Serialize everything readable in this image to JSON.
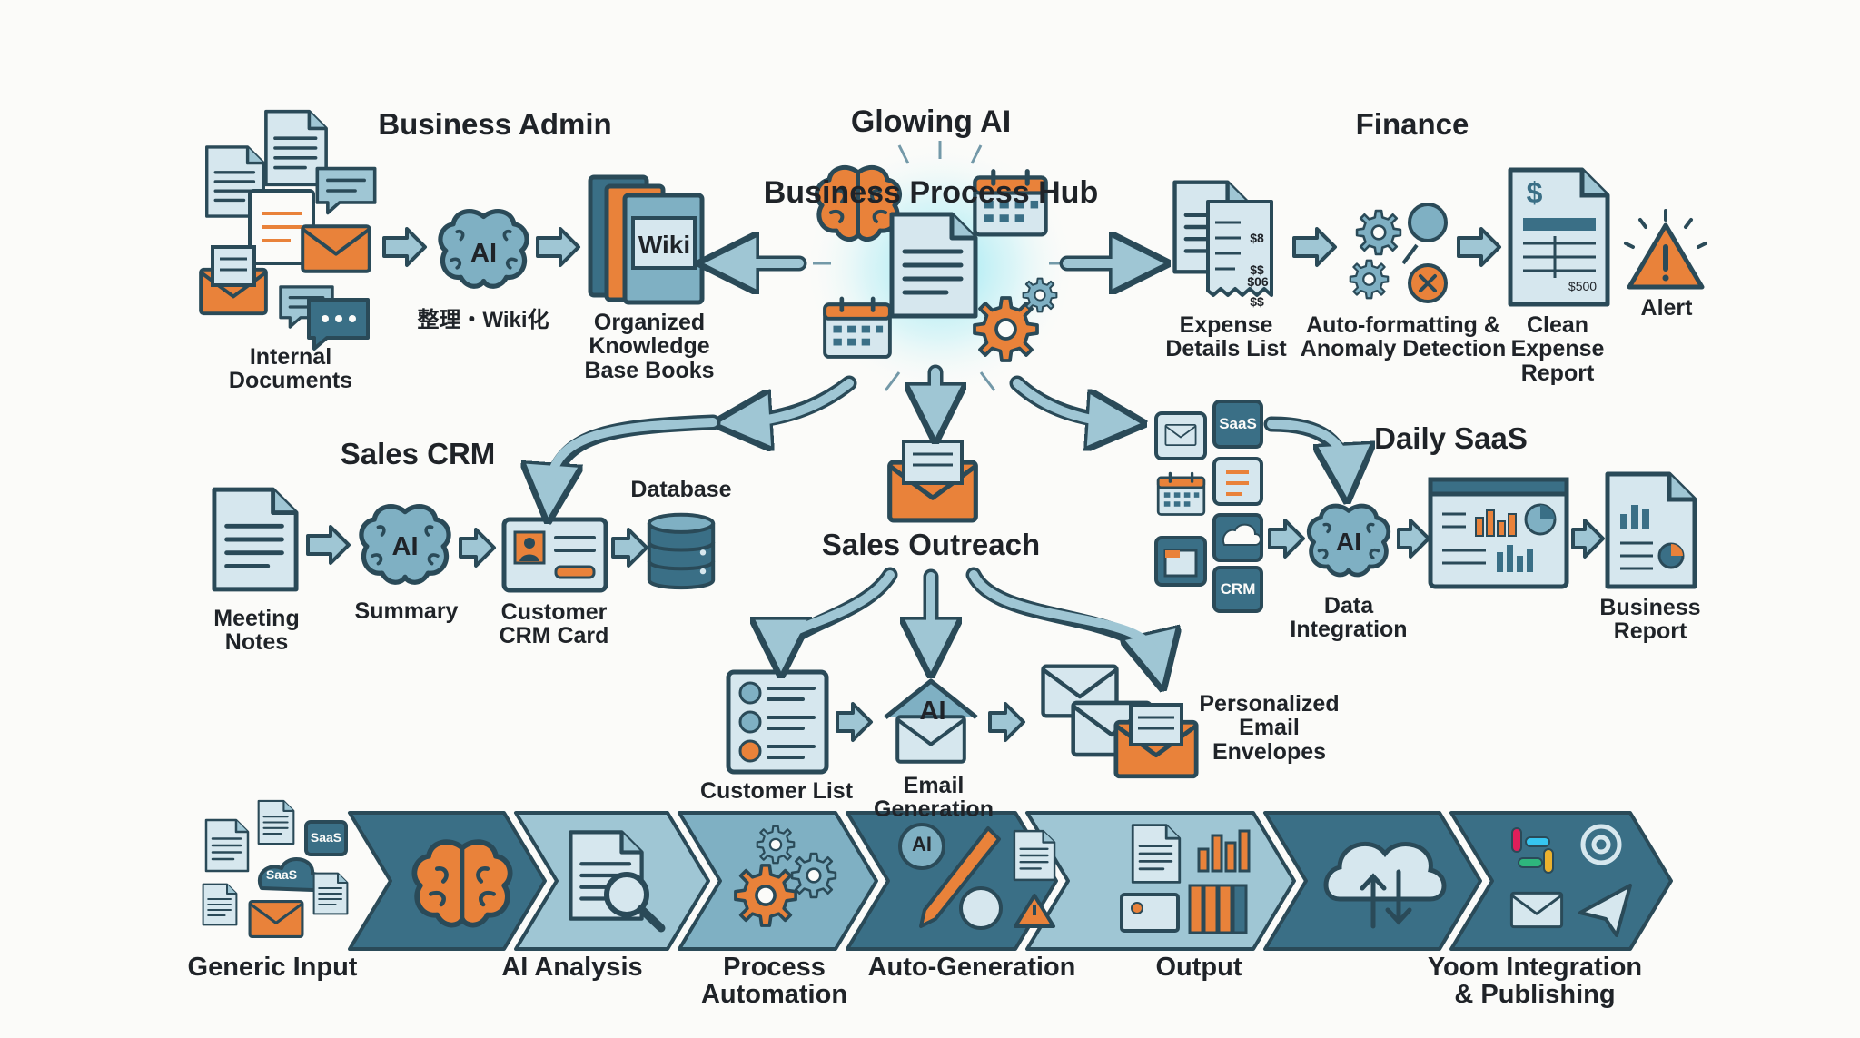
{
  "title": {
    "line1": "Glowing AI",
    "line2": "Business Process Hub"
  },
  "colors": {
    "dark": "#3a6f86",
    "mid": "#7fb0c3",
    "light": "#d6e7ee",
    "orange": "#e9823a",
    "outline": "#2a4a58",
    "glow": "#a9e8f2"
  },
  "sections": {
    "business_admin": {
      "title": "Business Admin",
      "internal_docs": "Internal\nDocuments",
      "ai_badge": "AI",
      "ai_step": "整理・Wiki化",
      "wiki_book": "Wiki",
      "kb_books": "Organized\nKnowledge\nBase Books"
    },
    "finance": {
      "title": "Finance",
      "receipt_amounts": [
        "$8",
        "$$",
        "$$",
        "$06"
      ],
      "expense_list": "Expense\nDetails List",
      "auto_format": "Auto-formatting &\nAnomaly Detection",
      "report_dollar": "$",
      "report_amount": "$500",
      "clean_report": "Clean\nExpense\nReport",
      "alert": "Alert"
    },
    "sales_crm": {
      "title": "Sales CRM",
      "meeting_notes": "Meeting\nNotes",
      "ai_badge": "AI",
      "summary": "Summary",
      "crm_card": "Customer\nCRM Card",
      "database": "Database"
    },
    "sales_outreach": {
      "title": "Sales Outreach",
      "customer_list": "Customer List",
      "ai_badge": "AI",
      "email_generation": "Email Generation",
      "personalized": "Personalized\nEmail\nEnvelopes"
    },
    "daily_saas": {
      "title": "Daily SaaS",
      "saas_tag": "SaaS",
      "crm_tag": "CRM",
      "ai_badge": "AI",
      "data_integration": "Data\nIntegration",
      "business_report": "Business\nReport"
    }
  },
  "pipeline": {
    "saas_tags": [
      "SaaS",
      "SaaS"
    ],
    "ai_badge": "AI",
    "steps": [
      "Generic Input",
      "AI Analysis",
      "Process\nAutomation",
      "Auto-Generation",
      "Output",
      "Yoom Integration\n& Publishing"
    ]
  }
}
